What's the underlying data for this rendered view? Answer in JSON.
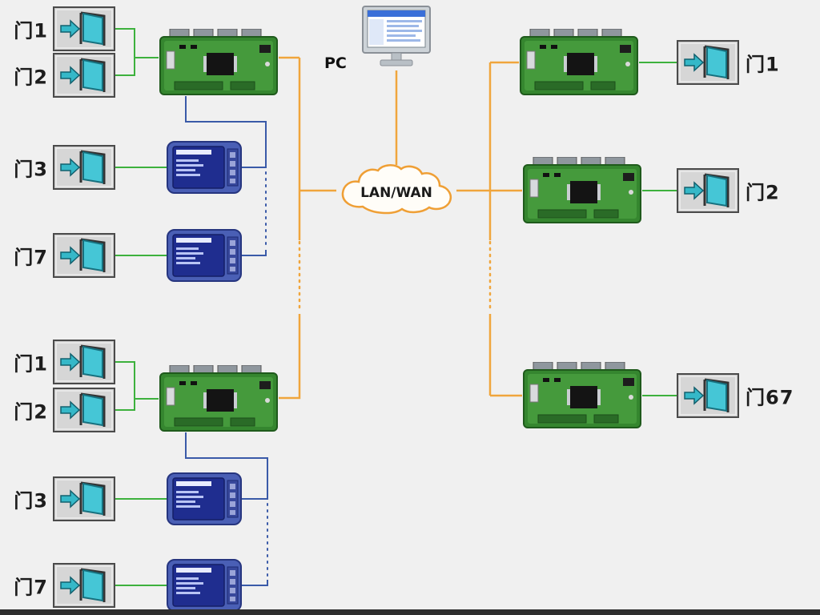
{
  "canvas": {
    "background": "#f0f0f0"
  },
  "pc": {
    "label": "PC"
  },
  "cloud": {
    "label": "LAN/WAN"
  },
  "left_doors": [
    {
      "label": "门1"
    },
    {
      "label": "门2"
    },
    {
      "label": "门3"
    },
    {
      "label": "门7"
    },
    {
      "label": "门1"
    },
    {
      "label": "门2"
    },
    {
      "label": "门3"
    },
    {
      "label": "门7"
    }
  ],
  "right_doors": [
    {
      "label": "门1"
    },
    {
      "label": "门2"
    },
    {
      "label": "门67"
    }
  ],
  "colors": {
    "door_link_green": "#3db13d",
    "reader_link_blue": "#3a5aa8",
    "network_link_orange": "#f0a53c",
    "cloud_outline": "#ef9f35",
    "board_green": "#35862f",
    "module_blue": "#4a5fb5"
  }
}
